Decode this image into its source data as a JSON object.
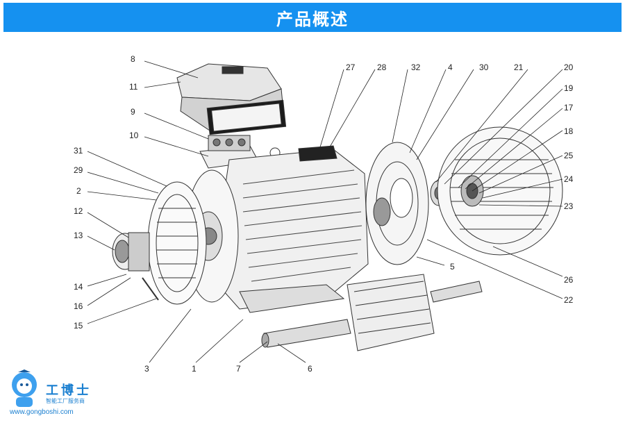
{
  "header": {
    "title": "产品概述"
  },
  "callouts": {
    "n8": "8",
    "n11": "11",
    "n9": "9",
    "n10": "10",
    "n31": "31",
    "n29": "29",
    "n2": "2",
    "n12": "12",
    "n13": "13",
    "n14": "14",
    "n16": "16",
    "n15": "15",
    "n3": "3",
    "n1": "1",
    "n7": "7",
    "n6": "6",
    "n27": "27",
    "n28": "28",
    "n32": "32",
    "n4": "4",
    "n30": "30",
    "n21": "21",
    "n20": "20",
    "n19": "19",
    "n17": "17",
    "n18": "18",
    "n25": "25",
    "n24": "24",
    "n23": "23",
    "n5": "5",
    "n26": "26",
    "n22": "22"
  },
  "watermark": {
    "brand": "工博士",
    "tagline": "智能工厂服务商",
    "url": "www.gongboshi.com"
  }
}
